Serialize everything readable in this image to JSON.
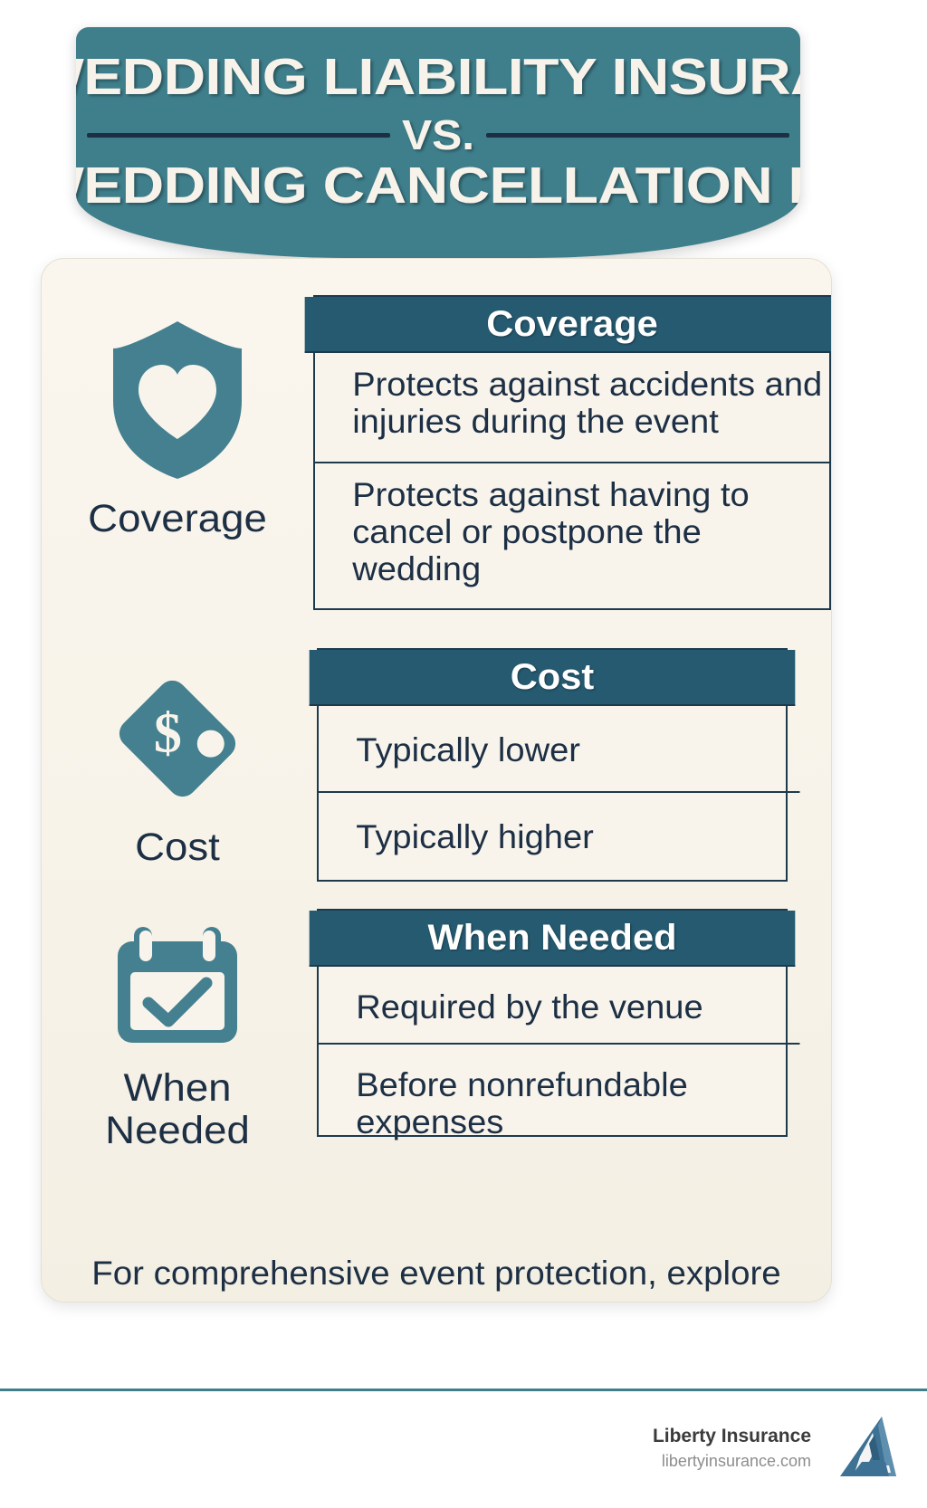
{
  "header": {
    "title_line1": "WEDDING LIABILITY INSURANCE",
    "vs_label": "VS.",
    "title_line2": "WEDDING CANCELLATION INSURANCE",
    "banner_color": "#3f7f8c",
    "title_color": "#f7f3ea",
    "rule_color": "#1d2f44"
  },
  "card": {
    "background": "#f8f4ec",
    "footnote": "For comprehensive event protection, explore"
  },
  "theme": {
    "icon_teal": "#44808f",
    "header_teal": "#255a70",
    "border_navy": "#1d3a4d",
    "text_navy": "#1d2f44",
    "cell_cream": "#f8f4ec"
  },
  "sections": [
    {
      "icon_name": "shield-heart-icon",
      "icon_label": "Coverage",
      "table_header": "Coverage",
      "rows": [
        "Protects against accidents and injuries during the event",
        "Protects against having to cancel or postpone the wedding"
      ]
    },
    {
      "icon_name": "price-tag-dollar-icon",
      "icon_label": "Cost",
      "table_header": "Cost",
      "rows": [
        "Typically lower",
        "Typically higher"
      ]
    },
    {
      "icon_name": "calendar-check-icon",
      "icon_label": "When Needed",
      "table_header": "When Needed",
      "rows": [
        "Required by the venue",
        "Before nonrefundable expenses"
      ]
    }
  ],
  "footer": {
    "brand": "Liberty Insurance",
    "url": "libertyinsurance.com",
    "logo_name": "liberty-triangle-logo",
    "rule_color": "#3f7f8c",
    "logo_color": "#3d7294"
  }
}
